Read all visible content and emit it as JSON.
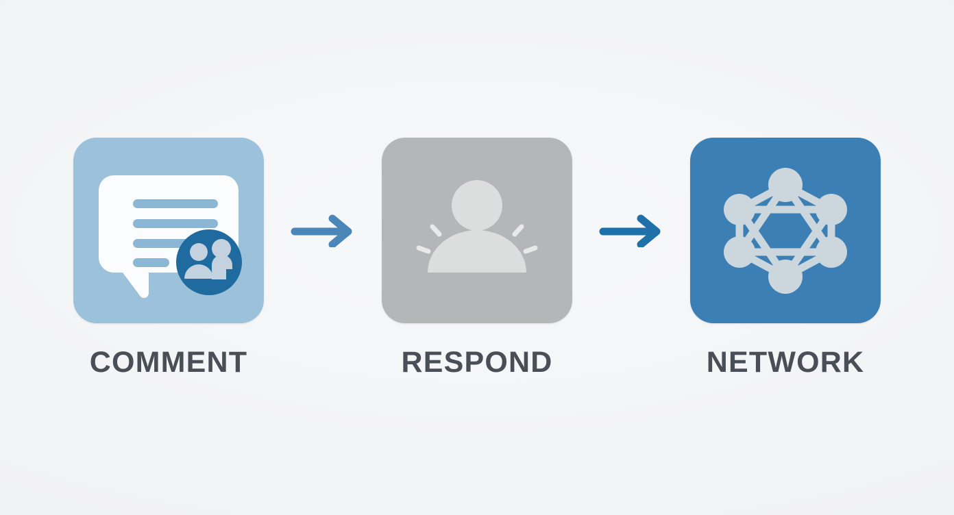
{
  "page": {
    "title": "Comment Respond Network flow",
    "background_color": "#f4f5f7"
  },
  "flow": {
    "steps": [
      {
        "id": "comment",
        "label": "COMMENT",
        "icon": "comment-bubble-with-people-badge-icon",
        "tile_color": "#9cc2db",
        "icon_color": "#fbfcfd",
        "badge_color": "#1f6a9e",
        "line_color": "#8cb7d4"
      },
      {
        "id": "respond",
        "label": "RESPOND",
        "icon": "person-speaking-icon",
        "tile_color": "#b4b7b8",
        "icon_color": "#dcdedd",
        "spark_color": "#e8eae9"
      },
      {
        "id": "network",
        "label": "NETWORK",
        "icon": "network-nodes-hexagon-icon",
        "tile_color": "#3c7fb4",
        "icon_color": "#ccd6dd"
      }
    ],
    "connectors": [
      {
        "id": "arrow-1",
        "icon": "arrow-right-icon",
        "color": "#4a86b8"
      },
      {
        "id": "arrow-2",
        "icon": "arrow-right-icon",
        "color": "#1f6fa8"
      }
    ]
  },
  "colors": {
    "caption_text": "#4a4f57",
    "accent_light_blue": "#9cc2db",
    "accent_blue": "#3c7fb4",
    "accent_dark_blue": "#1f6a9e",
    "neutral_gray": "#b4b7b8"
  }
}
